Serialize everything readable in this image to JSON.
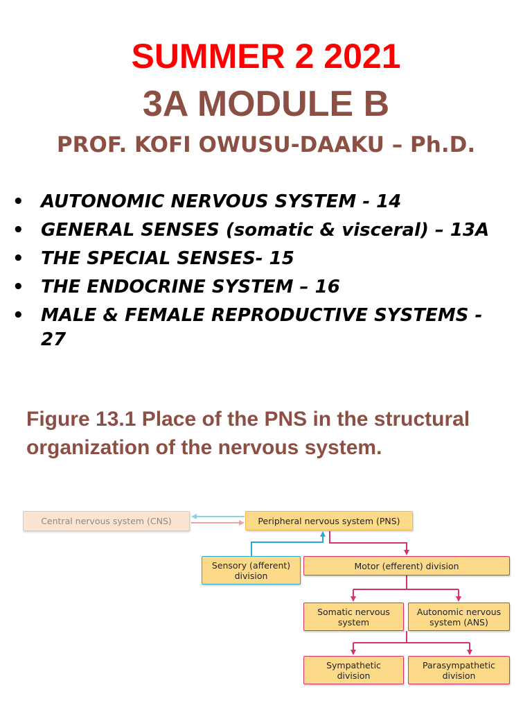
{
  "header": {
    "title_line1": "SUMMER 2 2021",
    "title_line2": "3A MODULE B",
    "instructor": "PROF. KOFI OWUSU-DAAKU – Ph.D."
  },
  "bullet_symbol": "•",
  "topics": [
    "AUTONOMIC NERVOUS SYSTEM  - 14",
    "GENERAL SENSES (somatic & visceral) – 13A",
    "THE SPECIAL SENSES- 15",
    "THE ENDOCRINE SYSTEM – 16",
    "MALE & FEMALE REPRODUCTIVE SYSTEMS - 27"
  ],
  "figure": {
    "caption": "Figure 13.1 Place of the PNS in the structural organization of the nervous system.",
    "nodes": {
      "cns": "Central nervous system (CNS)",
      "pns": "Peripheral nervous system (PNS)",
      "sensory": "Sensory (afferent) division",
      "motor": "Motor (efferent) division",
      "somatic": "Somatic nervous system",
      "autonomic": "Autonomic nervous system (ANS)",
      "sympathetic": "Sympathetic division",
      "parasympathetic": "Parasympathetic division"
    },
    "colors": {
      "box_fill": "#fdd98a",
      "cns_fill": "#fce4d2",
      "sensory_line": "#29a8d6",
      "motor_line": "#d6336a"
    }
  }
}
